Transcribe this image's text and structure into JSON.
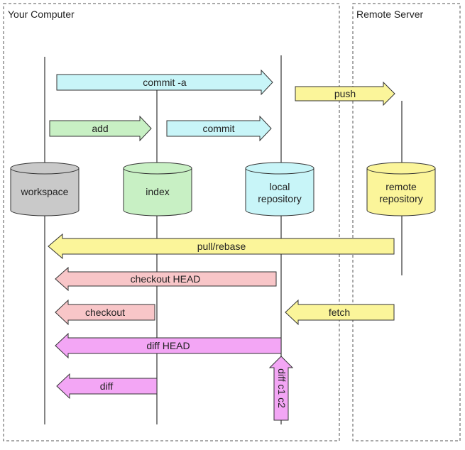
{
  "zones": {
    "local": {
      "label": "Your Computer"
    },
    "remote": {
      "label": "Remote Server"
    }
  },
  "colors": {
    "gray": "#c9c9c9",
    "green": "#c8f0c4",
    "cyan": "#c8f5f8",
    "yellow": "#fbf59a",
    "pink": "#f8c6c8",
    "magenta": "#f3a6f5",
    "stroke": "#333333"
  },
  "stores": [
    {
      "id": "workspace",
      "lines": [
        "workspace"
      ],
      "color": "gray"
    },
    {
      "id": "index",
      "lines": [
        "index"
      ],
      "color": "green"
    },
    {
      "id": "local-repository",
      "lines": [
        "local",
        "repository"
      ],
      "color": "cyan"
    },
    {
      "id": "remote-repository",
      "lines": [
        "remote",
        "repository"
      ],
      "color": "yellow"
    }
  ],
  "commands": [
    {
      "id": "commit-a",
      "label": "commit -a",
      "color": "cyan"
    },
    {
      "id": "push",
      "label": "push",
      "color": "yellow"
    },
    {
      "id": "add",
      "label": "add",
      "color": "green"
    },
    {
      "id": "commit",
      "label": "commit",
      "color": "cyan"
    },
    {
      "id": "pull-rebase",
      "label": "pull/rebase",
      "color": "yellow"
    },
    {
      "id": "checkout-head",
      "label": "checkout HEAD",
      "color": "pink"
    },
    {
      "id": "checkout",
      "label": "checkout",
      "color": "pink"
    },
    {
      "id": "fetch",
      "label": "fetch",
      "color": "yellow"
    },
    {
      "id": "diff-head",
      "label": "diff HEAD",
      "color": "magenta"
    },
    {
      "id": "diff",
      "label": "diff",
      "color": "magenta"
    },
    {
      "id": "diff-c1-c2",
      "label": "diff c1 c2",
      "color": "magenta"
    }
  ]
}
